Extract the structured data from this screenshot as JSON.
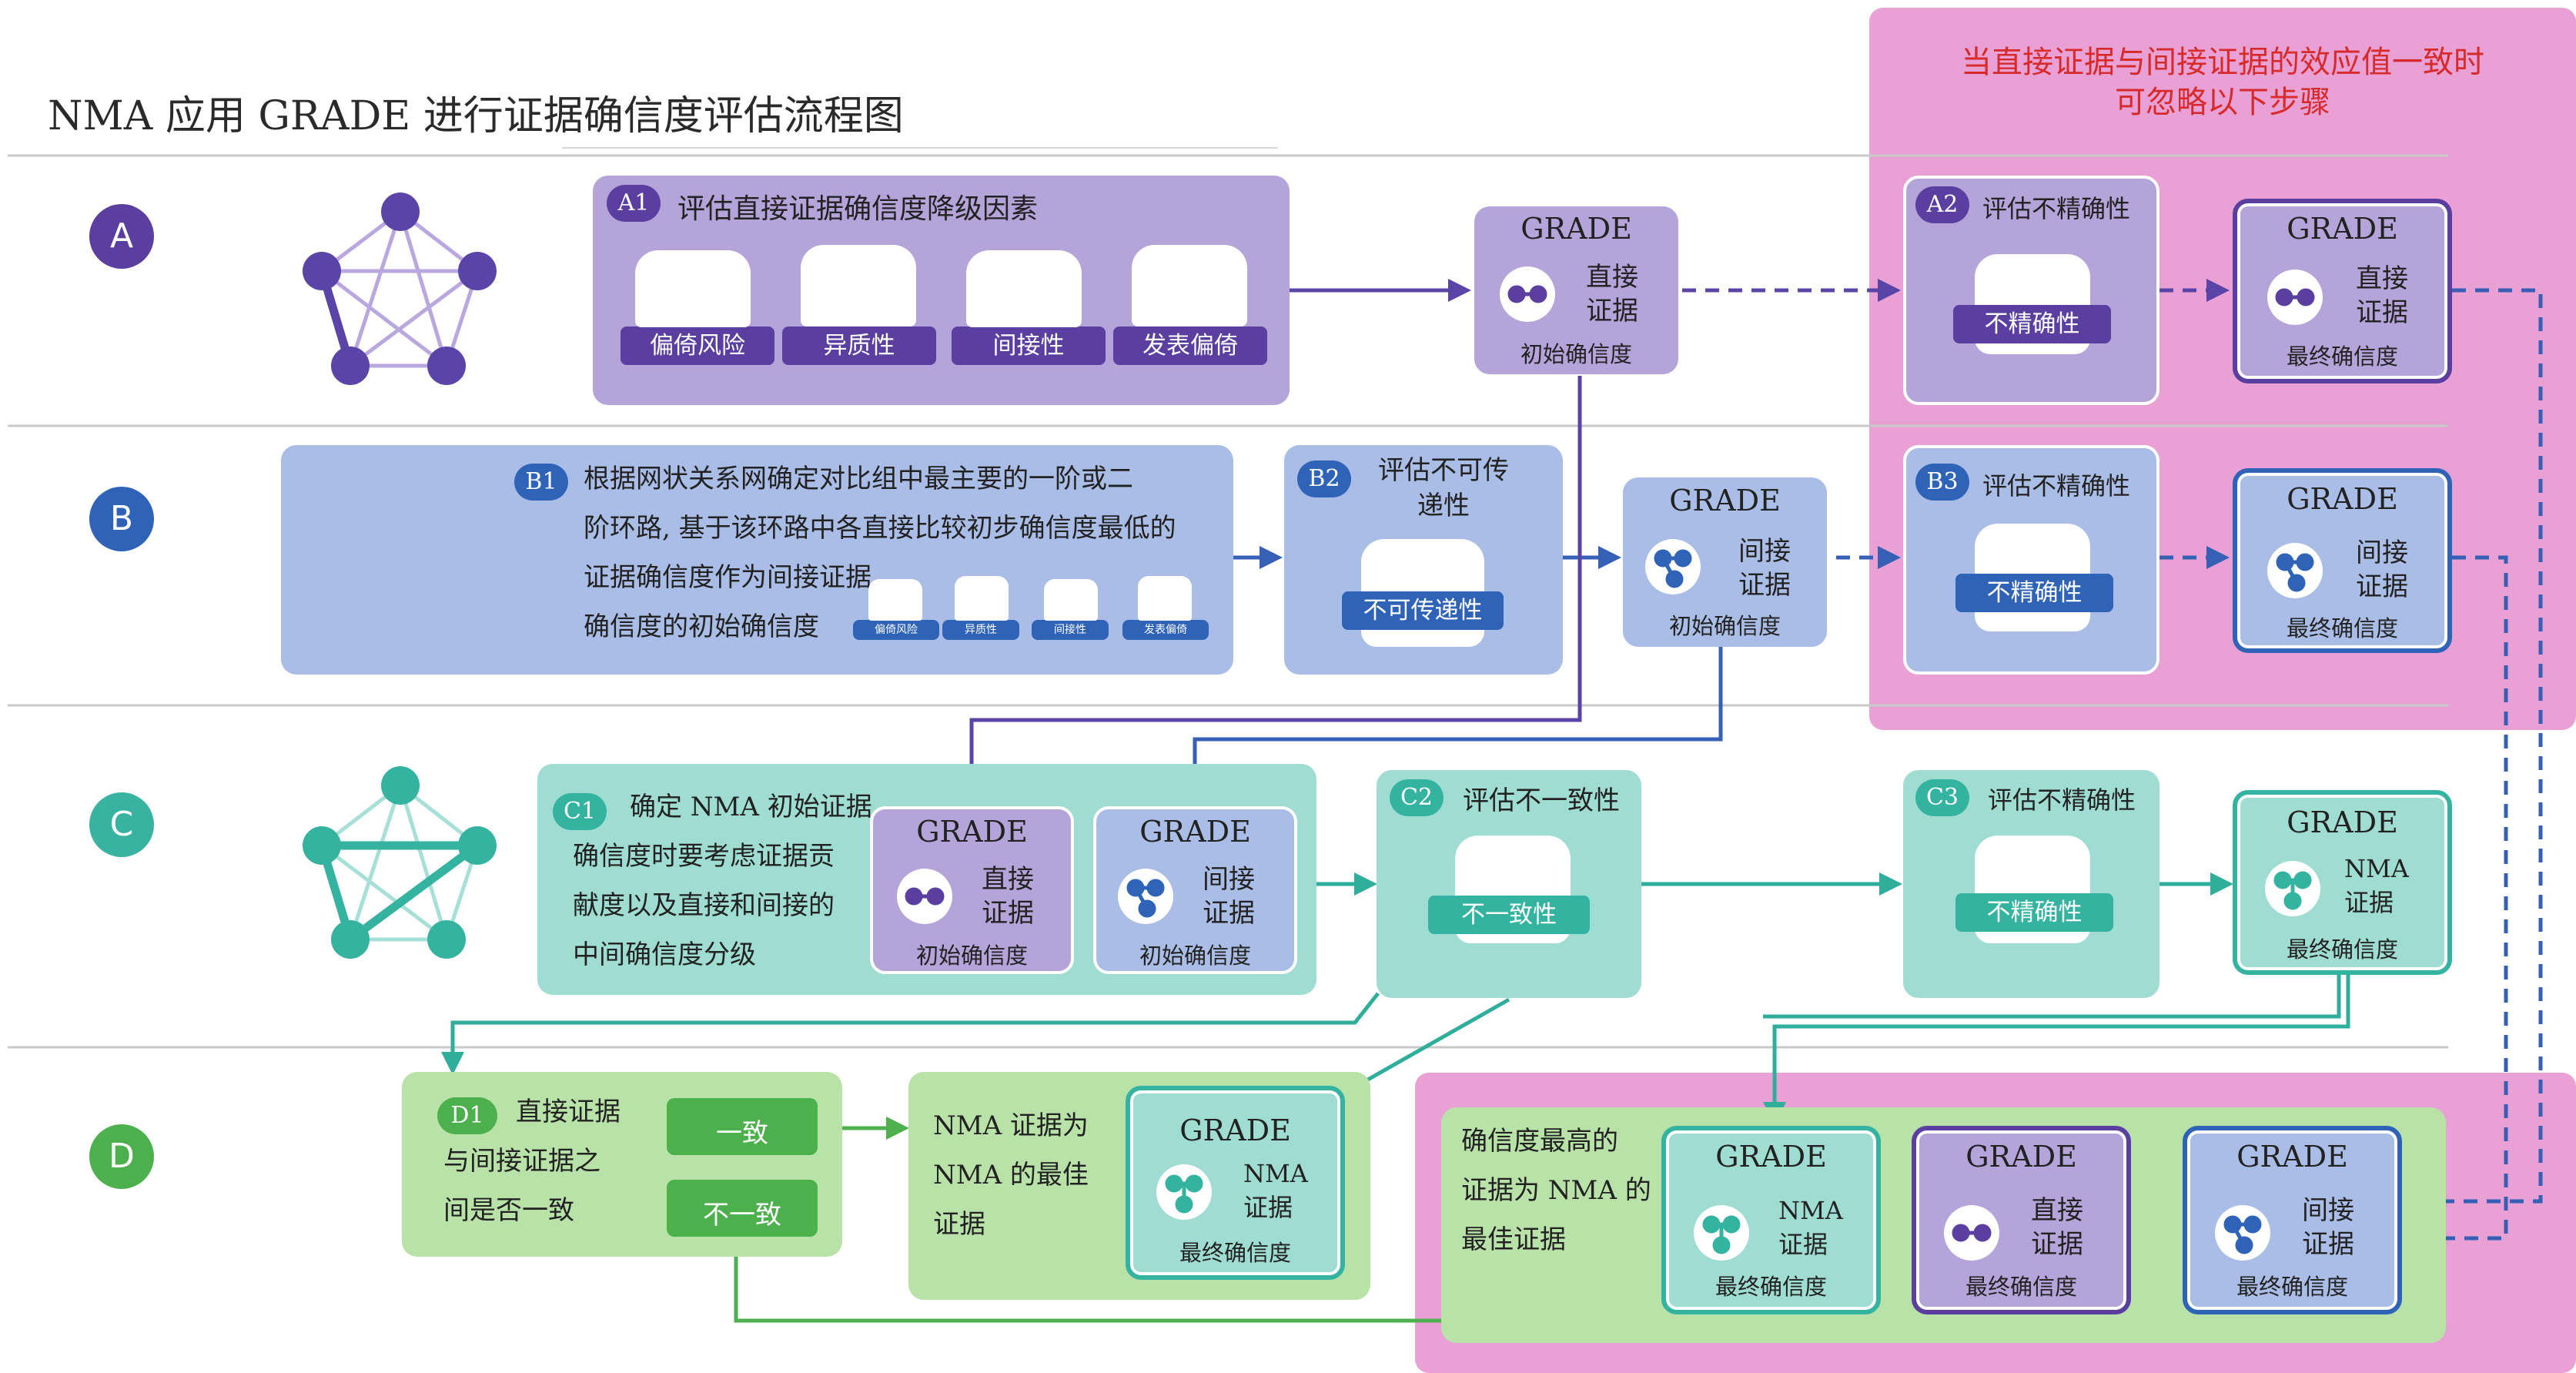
{
  "title": "NMA 应用 GRADE 进行证据确信度评估流程图",
  "pink_note": {
    "line1": "当直接证据与间接证据的效应值一致时",
    "line2": "可忽略以下步骤"
  },
  "rows": {
    "a": "A",
    "b": "B",
    "c": "C",
    "d": "D"
  },
  "grade": "GRADE",
  "labels": {
    "direct_evidence": "直接\n证据",
    "indirect_evidence": "间接\n证据",
    "nma_evidence": "NMA\n证据",
    "initial_certainty": "初始确信度",
    "final_certainty": "最终确信度"
  },
  "a1": {
    "badge": "A1",
    "text": "评估直接证据确信度降级因素",
    "pieces": [
      "偏倚风险",
      "异质性",
      "间接性",
      "发表偏倚"
    ]
  },
  "a2": {
    "badge": "A2",
    "text": "评估不精确性",
    "piece": "不精确性"
  },
  "b1": {
    "badge": "B1",
    "text": "根据网状关系网确定对比组中最主要的一阶或二\n阶环路, 基于该环路中各直接比较初步确信度最低的\n证据确信度作为间接证据\n确信度的初始确信度",
    "pieces": [
      "偏倚风险",
      "异质性",
      "间接性",
      "发表偏倚"
    ]
  },
  "b2": {
    "badge": "B2",
    "text": "评估不可传\n递性",
    "piece": "不可传递性"
  },
  "b3": {
    "badge": "B3",
    "text": "评估不精确性",
    "piece": "不精确性"
  },
  "c1": {
    "badge": "C1",
    "text": "确定 NMA 初始证据\n确信度时要考虑证据贡\n献度以及直接和间接的\n中间确信度分级"
  },
  "c2": {
    "badge": "C2",
    "text": "评估不一致性",
    "piece": "不一致性"
  },
  "c3": {
    "badge": "C3",
    "text": "评估不精确性",
    "piece": "不精确性"
  },
  "d1": {
    "badge": "D1",
    "text": "直接证据\n与间接证据之\n间是否一致",
    "yes": "一致",
    "no": "不一致"
  },
  "d2": {
    "text": "NMA 证据为\nNMA 的最佳\n证据"
  },
  "d3": {
    "text": "确信度最高的\n证据为 NMA 的\n最佳证据"
  },
  "colors": {
    "purple": "#6a4fb0",
    "blue": "#3b6cc0",
    "teal": "#3cb5a4",
    "green": "#4cb04c",
    "pink": "#e79bd1"
  }
}
